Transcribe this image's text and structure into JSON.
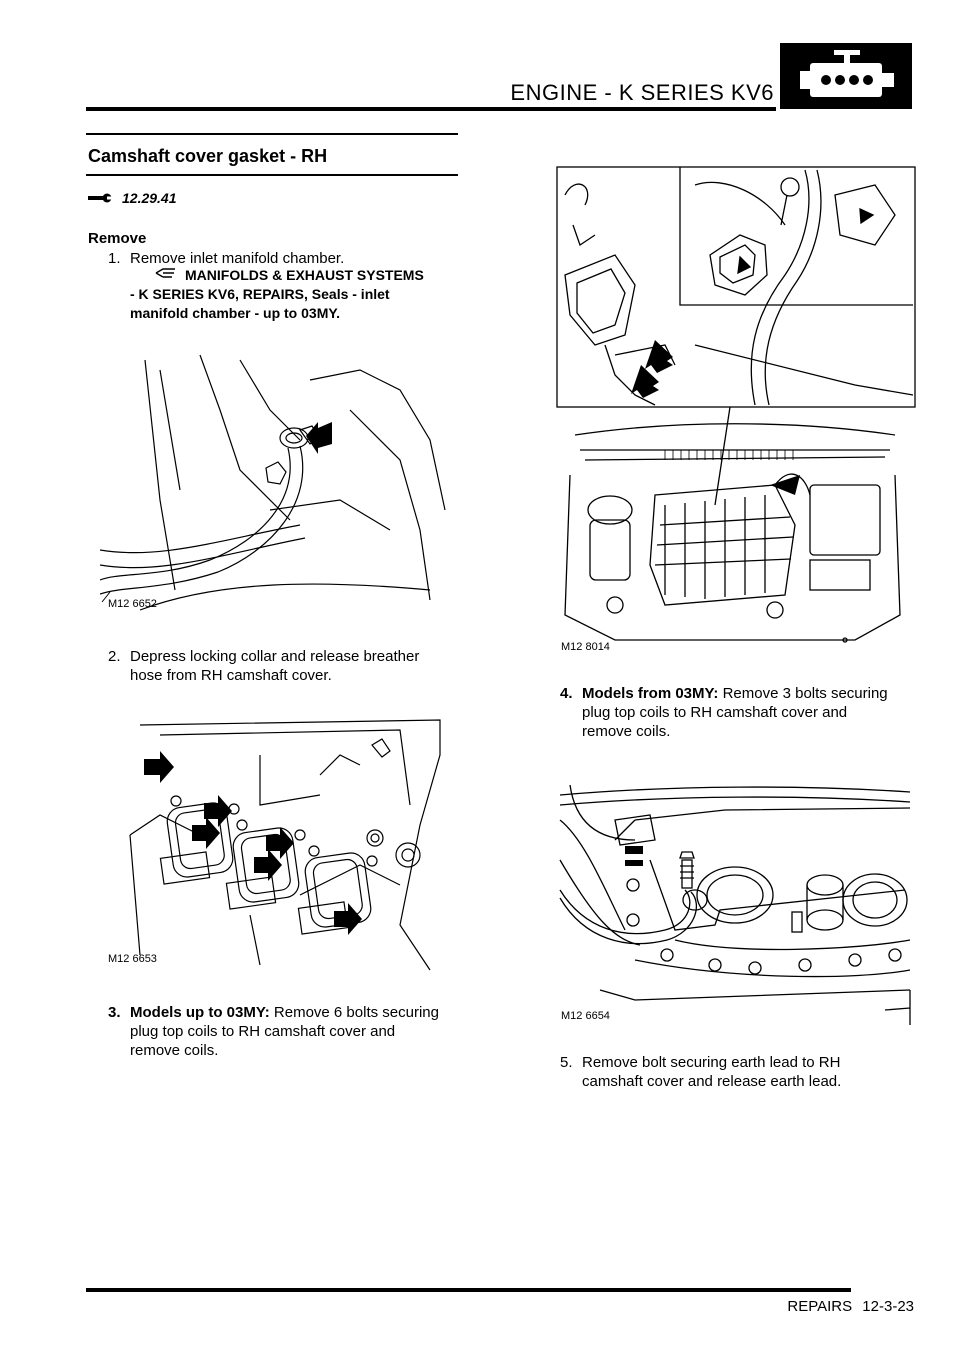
{
  "header": {
    "title": "ENGINE - K SERIES KV6"
  },
  "section": {
    "title": "Camshaft cover gasket - RH",
    "op_number": "12.29.41"
  },
  "remove_label": "Remove",
  "steps": [
    {
      "num": "1.",
      "text": "Remove inlet manifold chamber."
    },
    {
      "num": "2.",
      "text_l1": "Depress locking collar and release breather",
      "text_l2": "hose from RH camshaft cover."
    },
    {
      "num": "3.",
      "bold": "Models up to 03MY:",
      "text_l1": " Remove 6 bolts securing",
      "text_l2": "plug top coils to RH camshaft cover and",
      "text_l3": "remove coils."
    },
    {
      "num": "4.",
      "bold": "Models from 03MY:",
      "text_l1": " Remove 3 bolts securing",
      "text_l2": "plug top coils to RH camshaft cover and",
      "text_l3": "remove coils."
    },
    {
      "num": "5.",
      "text_l1": "Remove bolt securing earth lead to RH",
      "text_l2": "camshaft cover and release earth lead."
    }
  ],
  "reference": {
    "line1": "MANIFOLDS & EXHAUST SYSTEMS",
    "line2": "- K SERIES KV6, REPAIRS, Seals - inlet",
    "line3": "manifold chamber - up to 03MY."
  },
  "figures": {
    "fig1": "M12 6652",
    "fig2": "M12 6653",
    "fig3": "M12 8014",
    "fig4": "M12 6654"
  },
  "footer": {
    "label": "REPAIRS",
    "page": "12-3-23"
  },
  "icons": {
    "logo": "engine-icon",
    "op": "spanner-icon",
    "ref": "hand-pointer-icon"
  }
}
